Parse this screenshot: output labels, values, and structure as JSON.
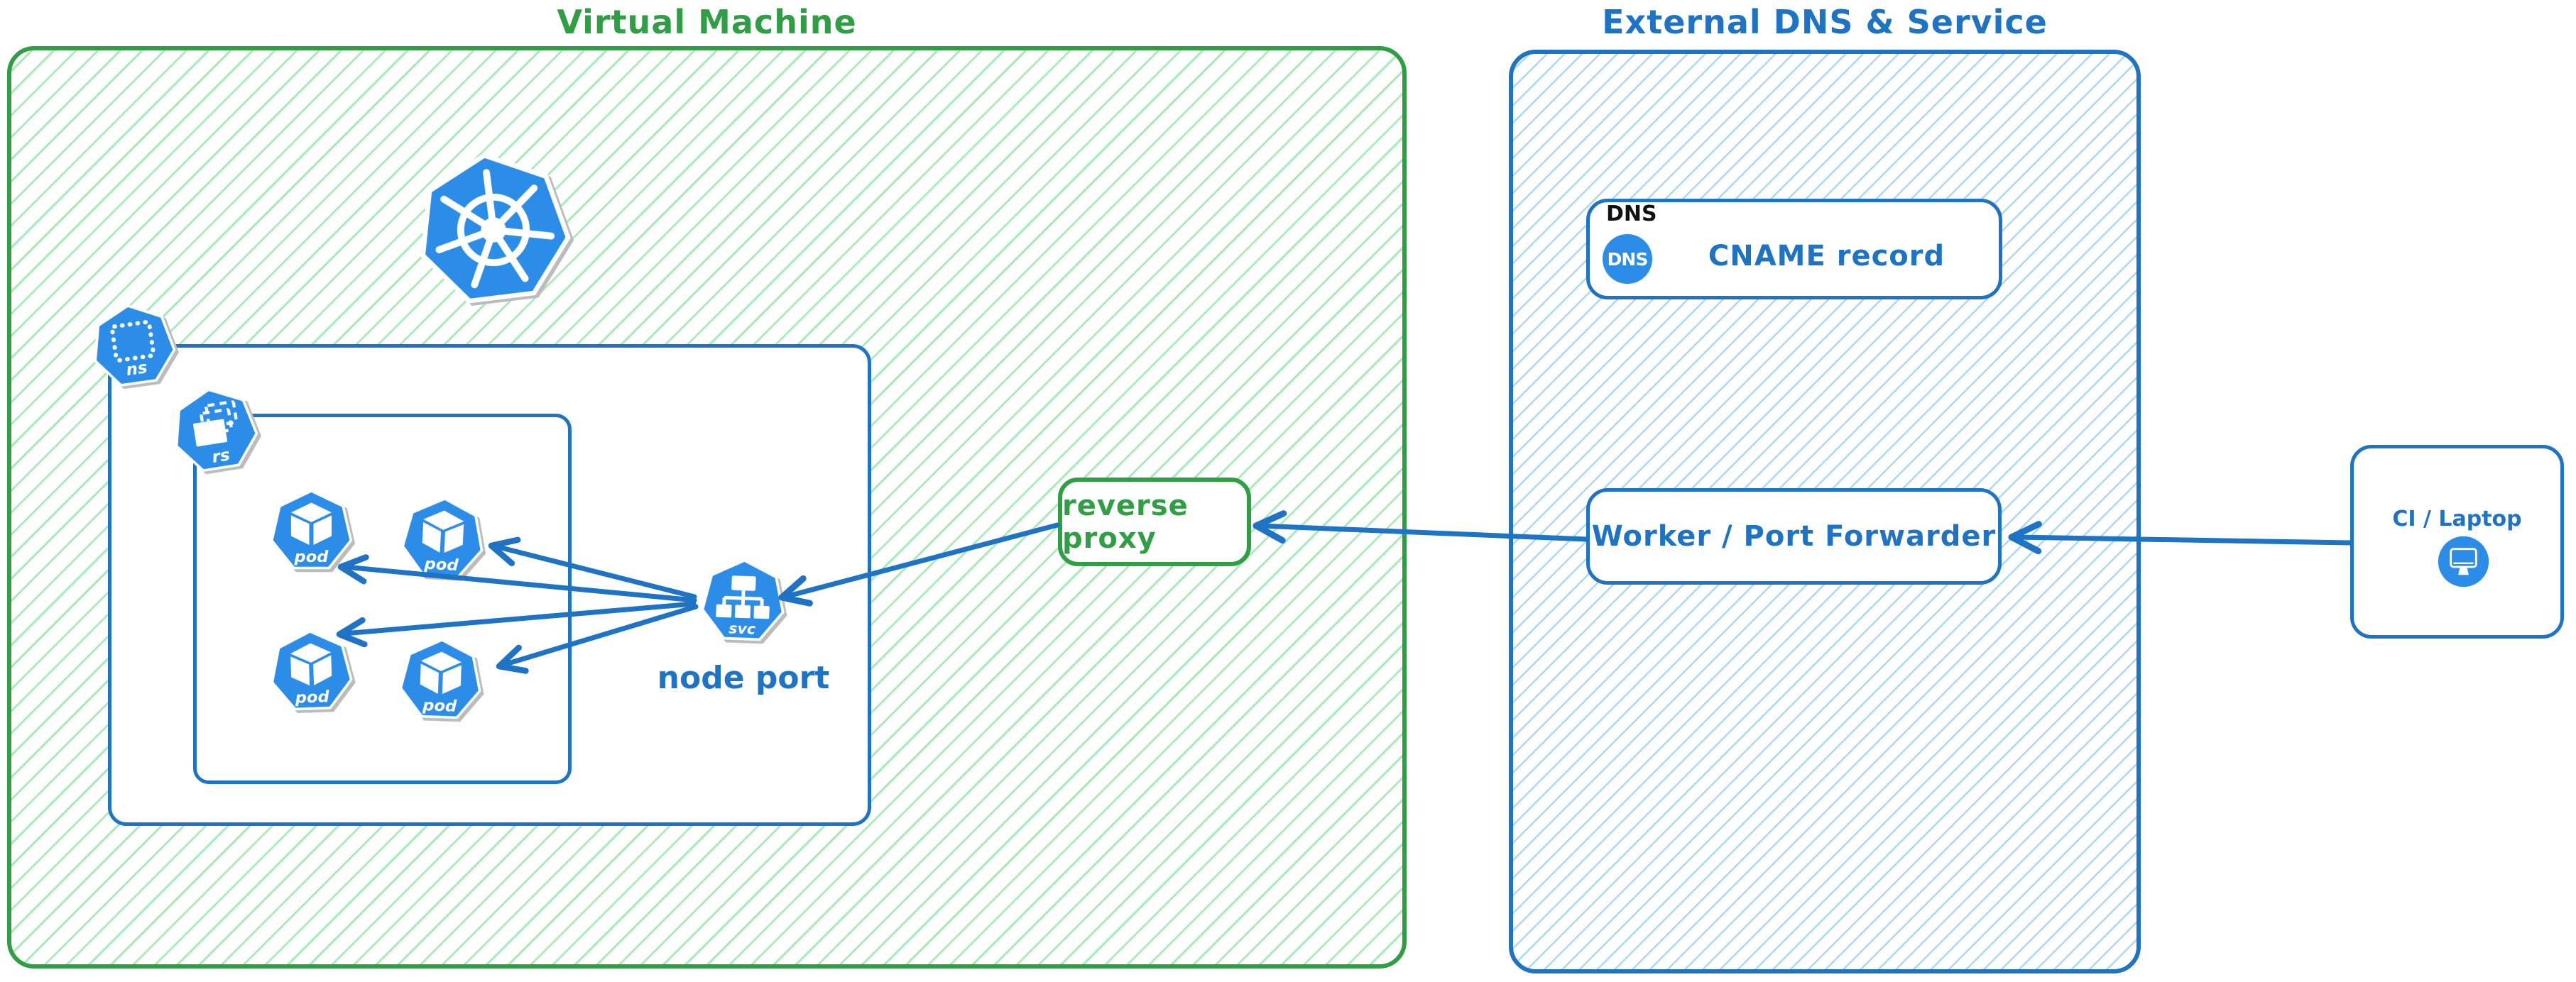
{
  "vm": {
    "title": "Virtual Machine",
    "ns_label": "ns",
    "rs_label": "rs",
    "pod_label": "pod",
    "svc_label": "svc",
    "node_port_label": "node port",
    "reverse_proxy_label": "reverse proxy"
  },
  "external": {
    "title": "External DNS & Service",
    "dns_heading": "DNS",
    "dns_badge_label": "DNS",
    "cname_label": "CNAME record",
    "worker_label": "Worker / Port Forwarder"
  },
  "ci": {
    "label": "CI / Laptop"
  },
  "colors": {
    "green": "#2f9e44",
    "green_hatch": "#a9ecba",
    "blue": "#1e73c4",
    "blue_hatch": "#a9d9f7",
    "icon_blue": "#2b8de8"
  }
}
